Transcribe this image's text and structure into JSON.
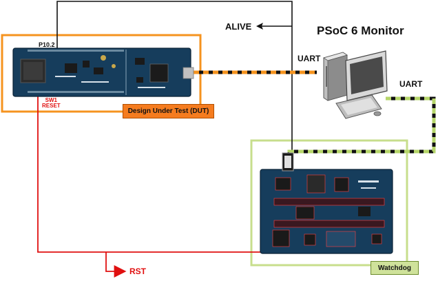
{
  "title": "PSoC 6 Monitor",
  "labels": {
    "alive": "ALIVE",
    "uart_pc": "UART",
    "uart_watchdog": "UART",
    "pin": "P10.2",
    "switch": "SW1",
    "switch_function": "RESET",
    "reset_signal": "RST",
    "dut": "Design Under Test (DUT)",
    "watchdog": "Watchdog"
  },
  "colors": {
    "dut_frame": "#f5931f",
    "dut_tag": "#f57c1f",
    "watchdog_frame": "#c7de8c",
    "watchdog_tag": "#cfe29b",
    "reset_line": "#e01010",
    "alive_line": "#111111",
    "uart_dut_dash": "#f5931f",
    "uart_watchdog_dash": "#b5d56a",
    "board": "#163d5c"
  },
  "icons": {
    "monitor": "desktop-computer-icon",
    "dut_board": "pcb-kit-board-icon",
    "watchdog_board": "pcb-pioneer-board-icon"
  }
}
